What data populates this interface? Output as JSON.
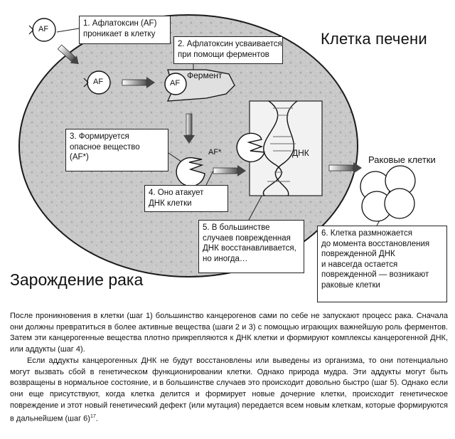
{
  "title": "Клетка печени",
  "heading": "Зарождение рака",
  "labels": {
    "af": "AF",
    "af_star": "AF*",
    "enzyme": "Фермент",
    "dna": "ДНК",
    "cancer_cells": "Раковые клетки"
  },
  "steps": [
    {
      "lines": [
        "1. Афлатоксин (AF)",
        "проникает в клетку"
      ]
    },
    {
      "lines": [
        "2. Афлатоксин усваивается",
        "при помощи ферментов"
      ]
    },
    {
      "lines": [
        "3. Формируется",
        "опасное вещество",
        "(AF*)"
      ]
    },
    {
      "lines": [
        "4. Оно атакует",
        "ДНК клетки"
      ]
    },
    {
      "lines": [
        "5. В большинстве",
        "случаев поврежденная",
        "ДНК восстанавливается,",
        "но иногда…"
      ]
    },
    {
      "lines": [
        "6. Клетка размножается",
        "до момента восстановления",
        "поврежденной ДНК",
        "и навсегда остается",
        "поврежденной — возникают",
        "раковые клетки"
      ]
    }
  ],
  "body": {
    "p1": "После проникновения в клетки (шаг 1) большинство канцерогенов сами по себе не запускают процесс рака. Сначала они должны превратиться в более активные вещества (шаги 2 и 3) с помощью играющих важнейшую роль ферментов. Затем эти канцерогенные вещества плотно прикрепляются к ДНК клетки и формируют комплексы канцерогенной ДНК, или аддукты (шаг 4).",
    "p2": "Если аддукты канцерогенных ДНК не будут восстановлены или выведены из организма, то они потенциально могут вызвать сбой в генетическом функционировании клетки. Однако природа мудра. Эти аддукты могут быть возвращены в нормальное состояние, и в большинстве случаев это происходит довольно быстро (шаг 5). Однако если они еще присутствуют, когда клетка делится и формирует новые дочерние клетки, происходит генетическое повреждение и этот новый генетический дефект (или мутация) передается всем новым клеткам, которые формируются в дальнейшем (шаг 6)",
    "footnote": "17",
    "p2_end": "."
  }
}
